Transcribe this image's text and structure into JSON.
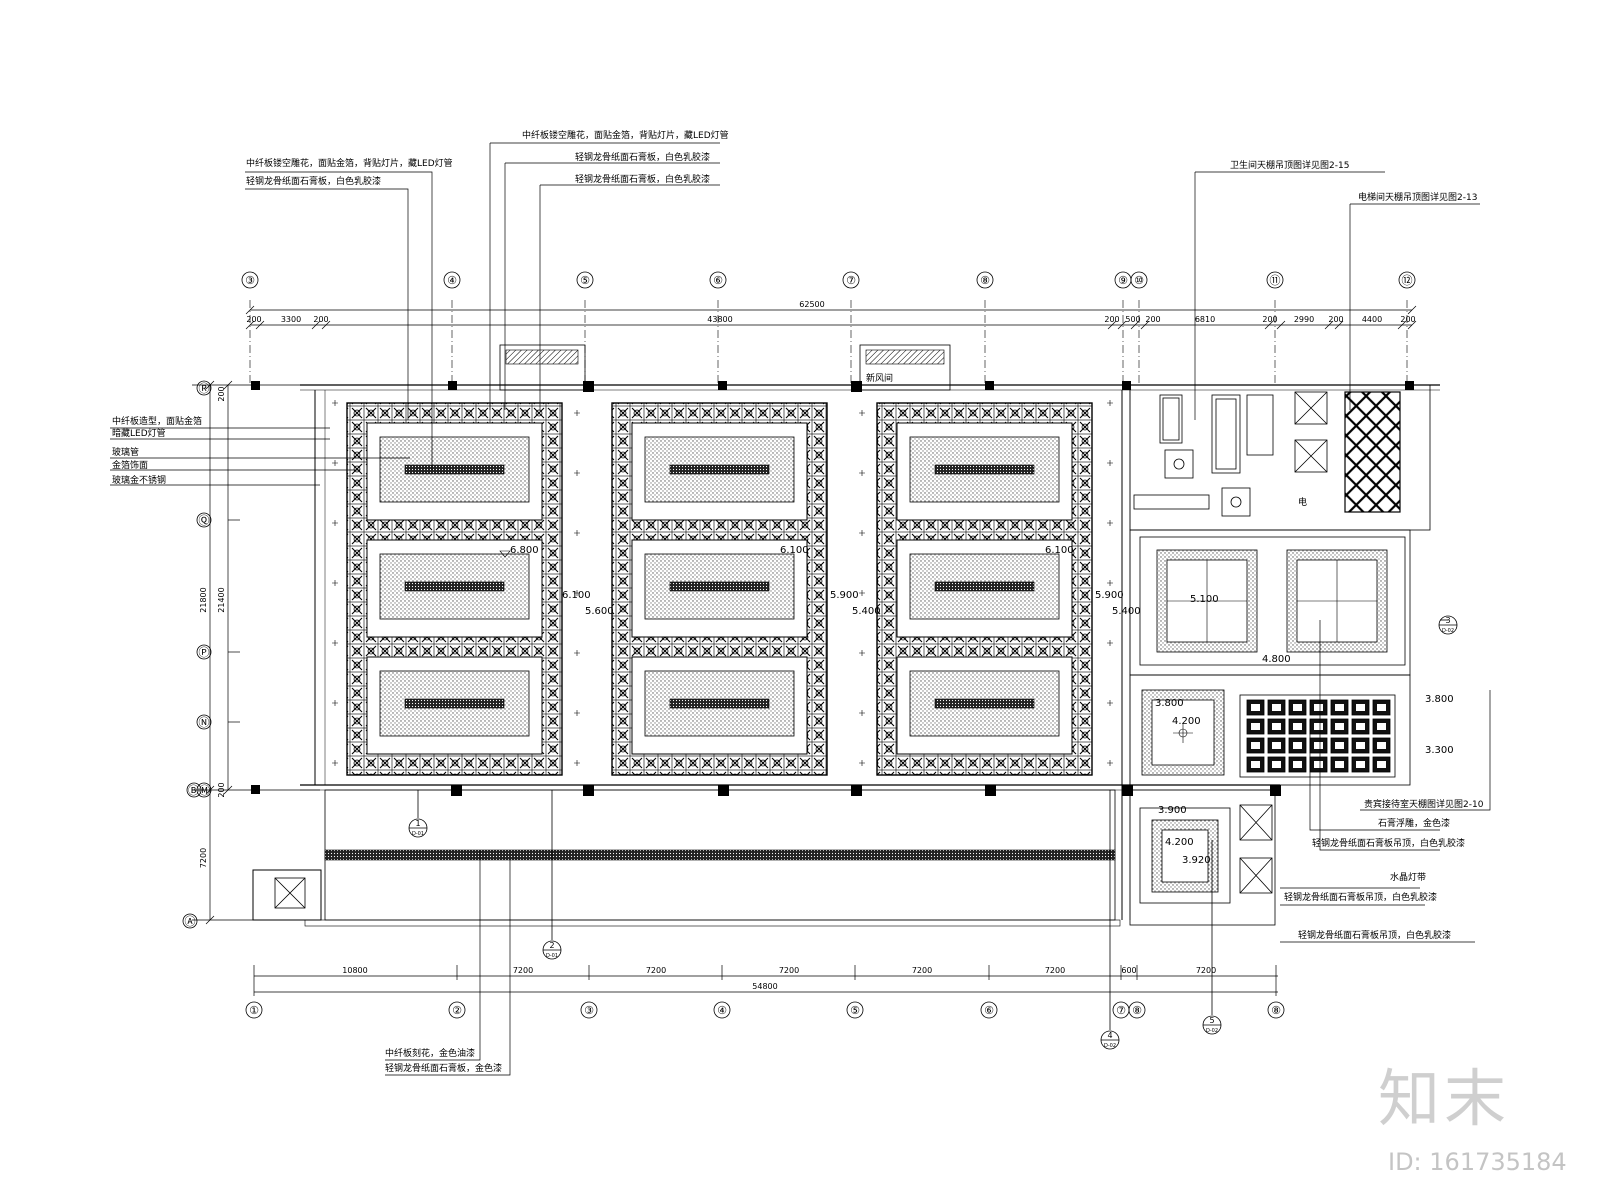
{
  "notes": {
    "top_left_1": "中纤板镂空雕花，面贴金箔，背贴灯片，藏LED灯管",
    "top_left_2": "轻钢龙骨纸面石膏板，白色乳胶漆",
    "top_mid_1": "中纤板镂空雕花，面贴金箔，背贴灯片，藏LED灯管",
    "top_mid_2": "轻钢龙骨纸面石膏板，白色乳胶漆",
    "top_mid_3": "轻钢龙骨纸面石膏板，白色乳胶漆",
    "top_right_1": "卫生间天棚吊顶图详见图2-15",
    "top_right_2": "电梯间天棚吊顶图详见图2-13",
    "left_1": "中纤板造型，面贴金箔",
    "left_2": "暗藏LED灯管",
    "left_3": "玻璃管",
    "left_4": "金箔饰面",
    "left_5": "玻璃金不锈钢",
    "right_1": "贵宾接待室天棚图详见图2-10",
    "right_2": "石膏浮雕，金色漆",
    "right_3": "轻钢龙骨纸面石膏板吊顶，白色乳胶漆",
    "right_4": "水晶灯带",
    "right_5": "轻钢龙骨纸面石膏板吊顶，白色乳胶漆",
    "right_6": "轻钢龙骨纸面石膏板吊顶，白色乳胶漆",
    "bottom_1": "中纤板刻花，金色油漆",
    "bottom_2": "轻钢龙骨纸面石膏板，金色漆",
    "room_label": "新风间",
    "room_label_2": "电"
  },
  "top_axes": [
    "③",
    "④",
    "⑤",
    "⑥",
    "⑦",
    "⑧",
    "⑨",
    "⑩",
    "⑪",
    "⑫"
  ],
  "bottom_axes": [
    "①",
    "②",
    "③",
    "④",
    "⑤",
    "⑥",
    "⑦",
    "⑧",
    "⑧"
  ],
  "left_axes": [
    "Ⓡ",
    "Ⓠ",
    "Ⓟ",
    "Ⓝ",
    "ⒷⓂ",
    "Ⓐ"
  ],
  "top_dims": {
    "overall": "62500",
    "segments": [
      "200",
      "3300",
      "200",
      "43800",
      "200",
      "500",
      "200",
      "6810",
      "200",
      "2990",
      "200",
      "4400",
      "200"
    ]
  },
  "bottom_dims": {
    "overall": "54800",
    "segments": [
      "10800",
      "7200",
      "7200",
      "7200",
      "7200",
      "7200",
      "600",
      "7200"
    ]
  },
  "left_dims": {
    "overall": "21800",
    "inner": "21400",
    "top_small": "200",
    "bottom_small": "200",
    "lower": "7200"
  },
  "levels": [
    "6.800",
    "6.100",
    "6.100",
    "6.100",
    "5.600",
    "5.900",
    "5.400",
    "5.900",
    "5.400",
    "5.100",
    "4.800",
    "3.800",
    "4.200",
    "3.800",
    "3.300",
    "3.900",
    "4.200",
    "3.920"
  ],
  "detail_marks": [
    {
      "num": "1",
      "ref": "D-01"
    },
    {
      "num": "2",
      "ref": "D-01"
    },
    {
      "num": "3",
      "ref": "D-02"
    },
    {
      "num": "4",
      "ref": "D-02"
    },
    {
      "num": "5",
      "ref": "D-02"
    }
  ],
  "watermark": {
    "logo": "知末",
    "id": "ID: 161735184"
  }
}
